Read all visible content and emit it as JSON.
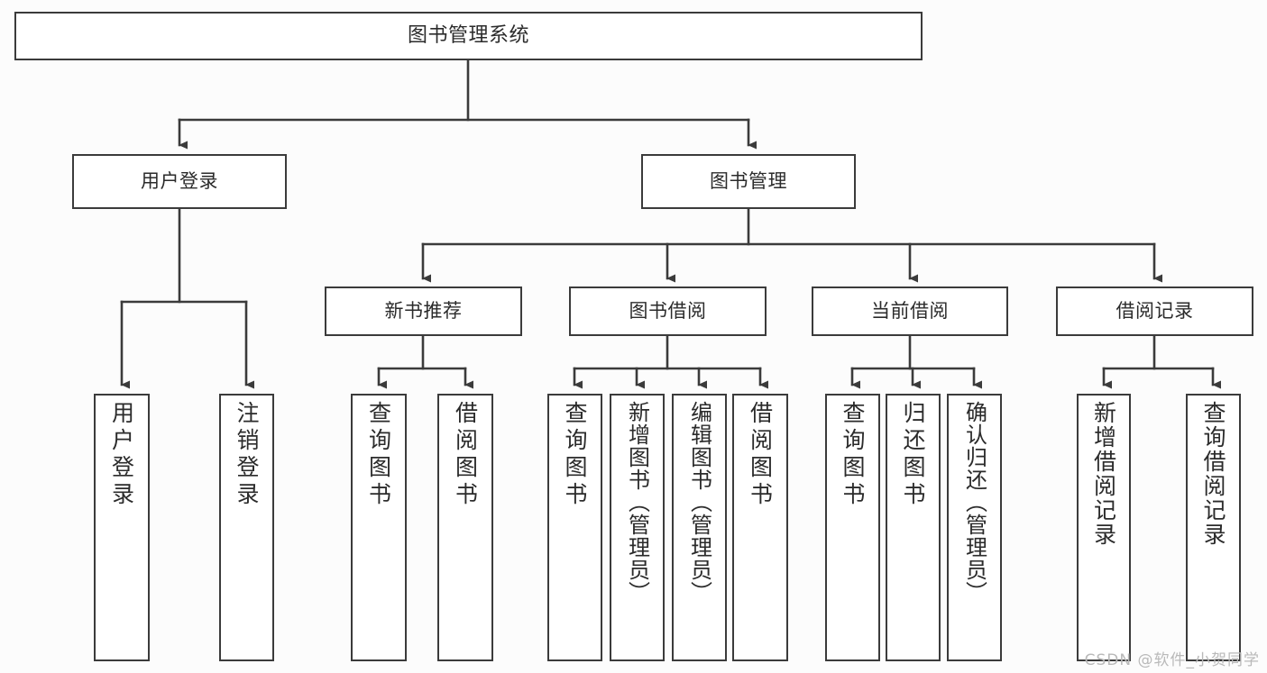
{
  "diagram": {
    "title": "图书管理系统",
    "type": "tree",
    "watermark": "CSDN @软件_小贺同学",
    "colors": {
      "background": "#fcfcfc",
      "node_fill": "#ffffff",
      "node_border": "#3b3b3b",
      "edge": "#3b3b3b",
      "text": "#2b2b2b",
      "watermark": "#b9b9b9"
    },
    "root": {
      "label": "图书管理系统"
    },
    "level1": [
      {
        "id": "user-login",
        "label": "用户登录"
      },
      {
        "id": "book-manage",
        "label": "图书管理"
      }
    ],
    "level2": [
      {
        "id": "new-book-recommend",
        "label": "新书推荐",
        "parent": "book-manage"
      },
      {
        "id": "book-borrow",
        "label": "图书借阅",
        "parent": "book-manage"
      },
      {
        "id": "current-borrow",
        "label": "当前借阅",
        "parent": "book-manage"
      },
      {
        "id": "borrow-record",
        "label": "借阅记录",
        "parent": "book-manage"
      }
    ],
    "leaves": [
      {
        "id": "leaf-user-login",
        "label": "用户登录",
        "parent": "user-login"
      },
      {
        "id": "leaf-user-logout",
        "label": "注销登录",
        "parent": "user-login"
      },
      {
        "id": "leaf-query-book-1",
        "label": "查询图书",
        "parent": "new-book-recommend"
      },
      {
        "id": "leaf-borrow-book-1",
        "label": "借阅图书",
        "parent": "new-book-recommend"
      },
      {
        "id": "leaf-query-book-2",
        "label": "查询图书",
        "parent": "book-borrow"
      },
      {
        "id": "leaf-add-book",
        "label": "新增图书（管理员）",
        "parent": "book-borrow"
      },
      {
        "id": "leaf-edit-book",
        "label": "编辑图书（管理员）",
        "parent": "book-borrow"
      },
      {
        "id": "leaf-borrow-book-2",
        "label": "借阅图书",
        "parent": "book-borrow"
      },
      {
        "id": "leaf-query-book-3",
        "label": "查询图书",
        "parent": "current-borrow"
      },
      {
        "id": "leaf-return-book",
        "label": "归还图书",
        "parent": "current-borrow"
      },
      {
        "id": "leaf-confirm-return",
        "label": "确认归还（管理员）",
        "parent": "current-borrow"
      },
      {
        "id": "leaf-add-record",
        "label": "新增借阅记录",
        "parent": "borrow-record"
      },
      {
        "id": "leaf-query-record",
        "label": "查询借阅记录",
        "parent": "borrow-record"
      }
    ]
  }
}
